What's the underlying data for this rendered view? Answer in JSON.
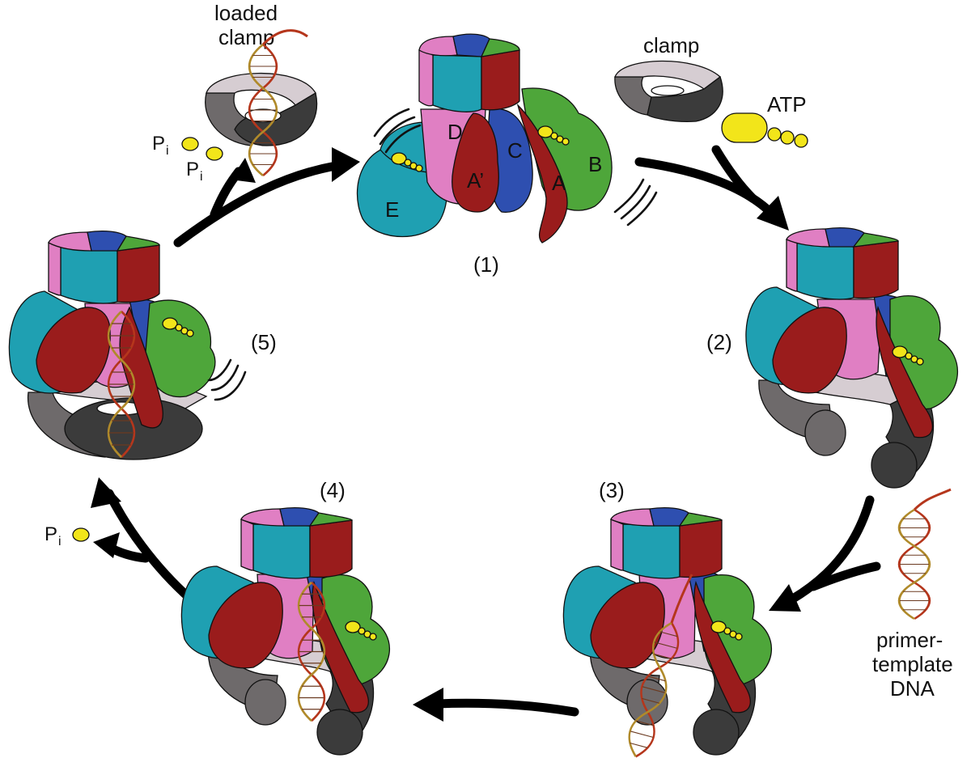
{
  "colors": {
    "cyan": "#1fa0b2",
    "pink": "#e07fc3",
    "blue": "#2e4fb0",
    "green": "#4ea63a",
    "dark_red": "#9a1c1c",
    "clamp_dark": "#3b3b3b",
    "clamp_mid": "#6e6a6b",
    "clamp_light": "#d6cdd2",
    "atp_yellow": "#f2e51a",
    "arrow": "#000000"
  },
  "labels": {
    "loaded_clamp_line1": "loaded",
    "loaded_clamp_line2": "clamp",
    "clamp": "clamp",
    "atp": "ATP",
    "primer_line1": "primer-",
    "primer_line2": "template",
    "primer_line3": "DNA",
    "p_main": "P",
    "p_sub": "i"
  },
  "states": [
    {
      "id": "1",
      "label": "(1)"
    },
    {
      "id": "2",
      "label": "(2)"
    },
    {
      "id": "3",
      "label": "(3)"
    },
    {
      "id": "4",
      "label": "(4)"
    },
    {
      "id": "5",
      "label": "(5)"
    }
  ],
  "subunits": {
    "A": "A",
    "A_prime": "A’",
    "B": "B",
    "C": "C",
    "D": "D",
    "E": "E"
  },
  "icons": [
    "clamp-loader-complex",
    "sliding-clamp-ring",
    "atp-molecule",
    "phosphate-dot",
    "dna-double-helix",
    "curved-arrow"
  ]
}
